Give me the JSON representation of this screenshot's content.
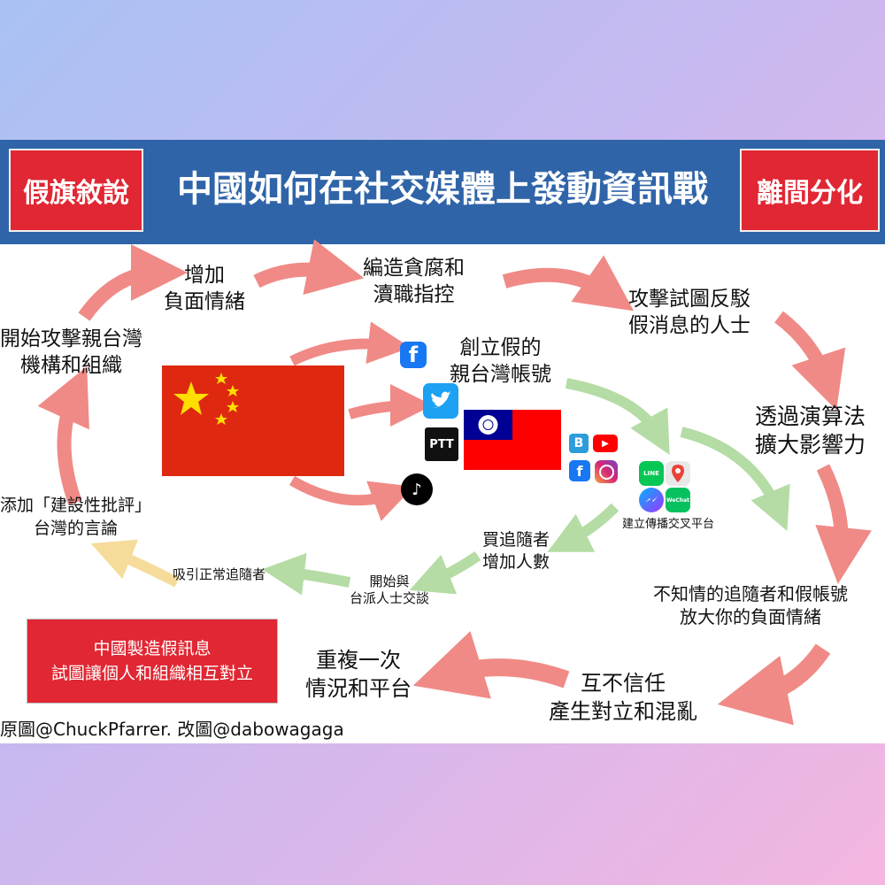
{
  "header": {
    "left_tag": "假旗敘說",
    "title": "中國如何在社交媒體上發動資訊戰",
    "right_tag": "離間分化"
  },
  "nodes": {
    "increase_negative": [
      "增加",
      "負面情緒"
    ],
    "fabricate": [
      "編造貪腐和",
      "瀆職指控"
    ],
    "attack_refute": [
      "攻擊試圖反駁",
      "假消息的人士"
    ],
    "algorithm": [
      "透過演算法",
      "擴大影響力"
    ],
    "attack_institutions": [
      "開始攻擊親台灣",
      "機構和組織"
    ],
    "fake_accounts": [
      "創立假的",
      "親台灣帳號"
    ],
    "add_criticism": [
      "添加「建設性批評」",
      "台灣的言論"
    ],
    "buy_followers": [
      "買追隨者",
      "增加人數"
    ],
    "cross_platform": "建立傳播交叉平台",
    "attract_followers": "吸引正常追隨者",
    "talk_taiwan": [
      "開始與",
      "台派人士交談"
    ],
    "amplify": [
      "不知情的追隨者和假帳號",
      "放大你的負面情緒"
    ],
    "repeat": [
      "重複一次",
      "情況和平台"
    ],
    "distrust": [
      "互不信任",
      "產生對立和混亂"
    ]
  },
  "footer_box": [
    "中國製造假訊息",
    "試圖讓個人和組織相互對立"
  ],
  "credit": "原圖@ChuckPfarrer. 改圖@dabowagaga",
  "icons": {
    "ptt": "PTT",
    "facebook": "f",
    "line": "LINE",
    "wechat": "WeChat"
  },
  "colors": {
    "red_arrow": "#f08a86",
    "green_arrow": "#b4dca4",
    "yellow_arrow": "#f5dc9a",
    "header_blue": "#2f64a8",
    "tag_red": "#e02733"
  }
}
